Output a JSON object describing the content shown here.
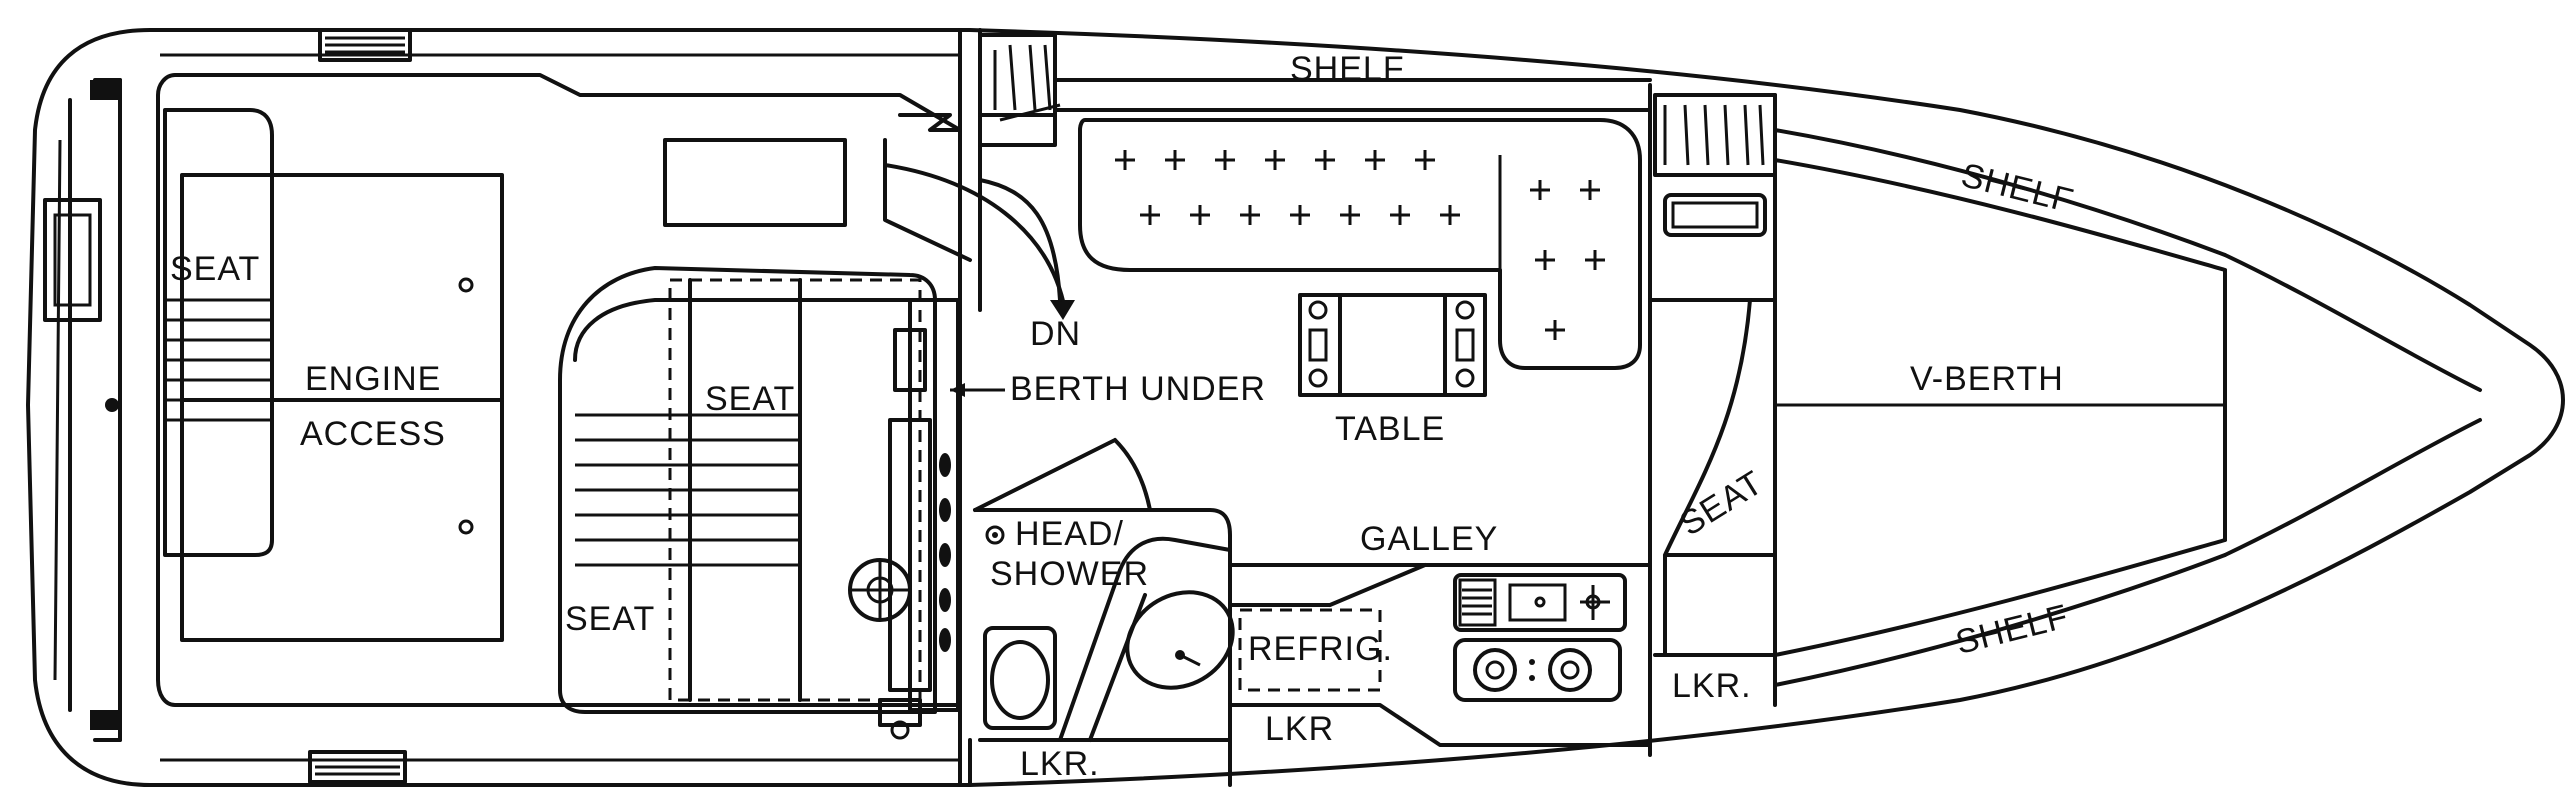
{
  "labels": {
    "seat_aft": "SEAT",
    "engine": "ENGINE",
    "access": "ACCESS",
    "seat_dinette": "SEAT",
    "seat_port": "SEAT",
    "dn": "DN",
    "berth_under": "BERTH UNDER",
    "table": "TABLE",
    "shelf_top": "SHELF",
    "shelf_fwd_upper": "SHELF",
    "shelf_fwd_lower": "SHELF",
    "v_berth": "V-BERTH",
    "seat_fwd": "SEAT",
    "head": "HEAD/",
    "shower": "SHOWER",
    "galley": "GALLEY",
    "refrig": "REFRIG.",
    "lkr_head": "LKR.",
    "lkr_galley": "LKR",
    "lkr_fwd": "LKR."
  }
}
